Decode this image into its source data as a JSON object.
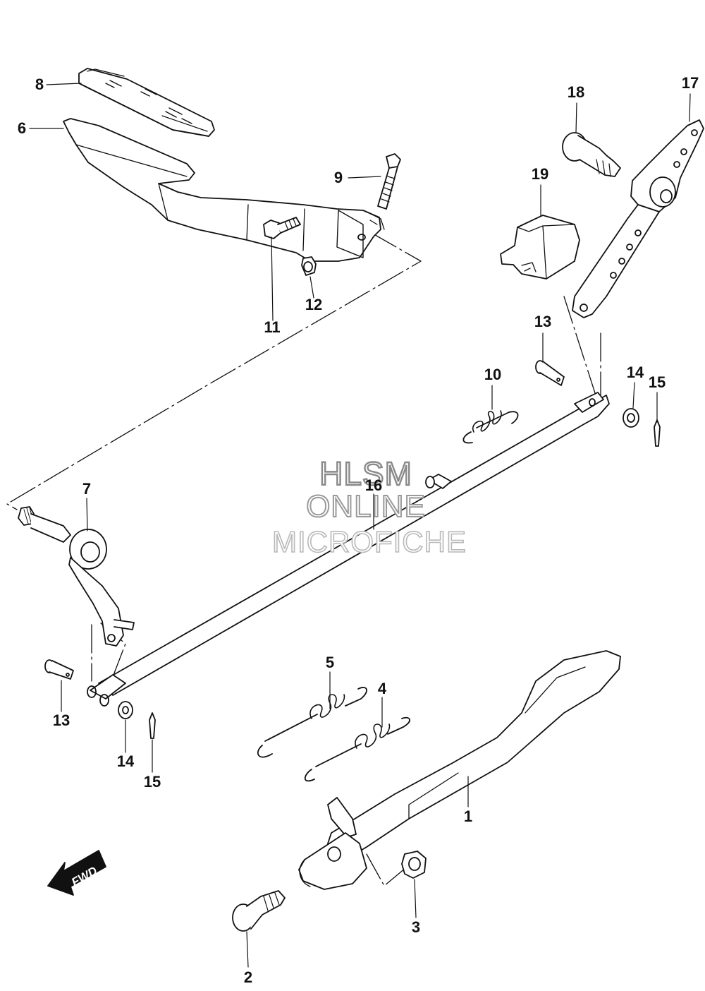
{
  "callouts": {
    "c1": "1",
    "c2": "2",
    "c3": "3",
    "c4": "4",
    "c5": "5",
    "c6": "6",
    "c7": "7",
    "c8": "8",
    "c9": "9",
    "c10": "10",
    "c11": "11",
    "c12": "12",
    "c13a": "13",
    "c13b": "13",
    "c14a": "14",
    "c14b": "14",
    "c15a": "15",
    "c15b": "15",
    "c16": "16",
    "c17": "17",
    "c18": "18",
    "c19": "19"
  },
  "watermark": {
    "line1": "HLSM",
    "line2": "ONLINE",
    "line3": "MICROFICHE"
  },
  "fwd_label": "FWD"
}
